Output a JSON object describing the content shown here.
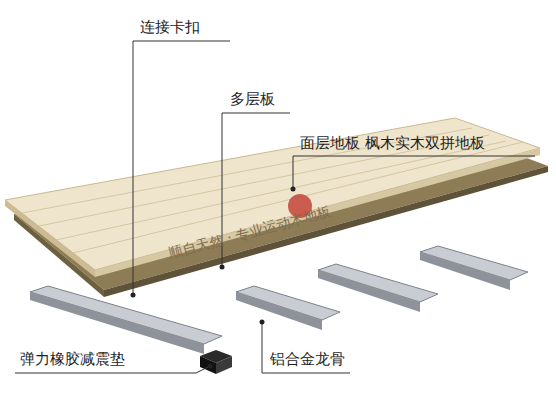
{
  "diagram": {
    "labels": [
      "连接卡扣",
      "多层板",
      "面层地板 枫木实木双拼地板",
      "弹力橡胶减震垫",
      "铝合金龙骨",
      "顺自天然 · 专业运动木地板"
    ]
  }
}
